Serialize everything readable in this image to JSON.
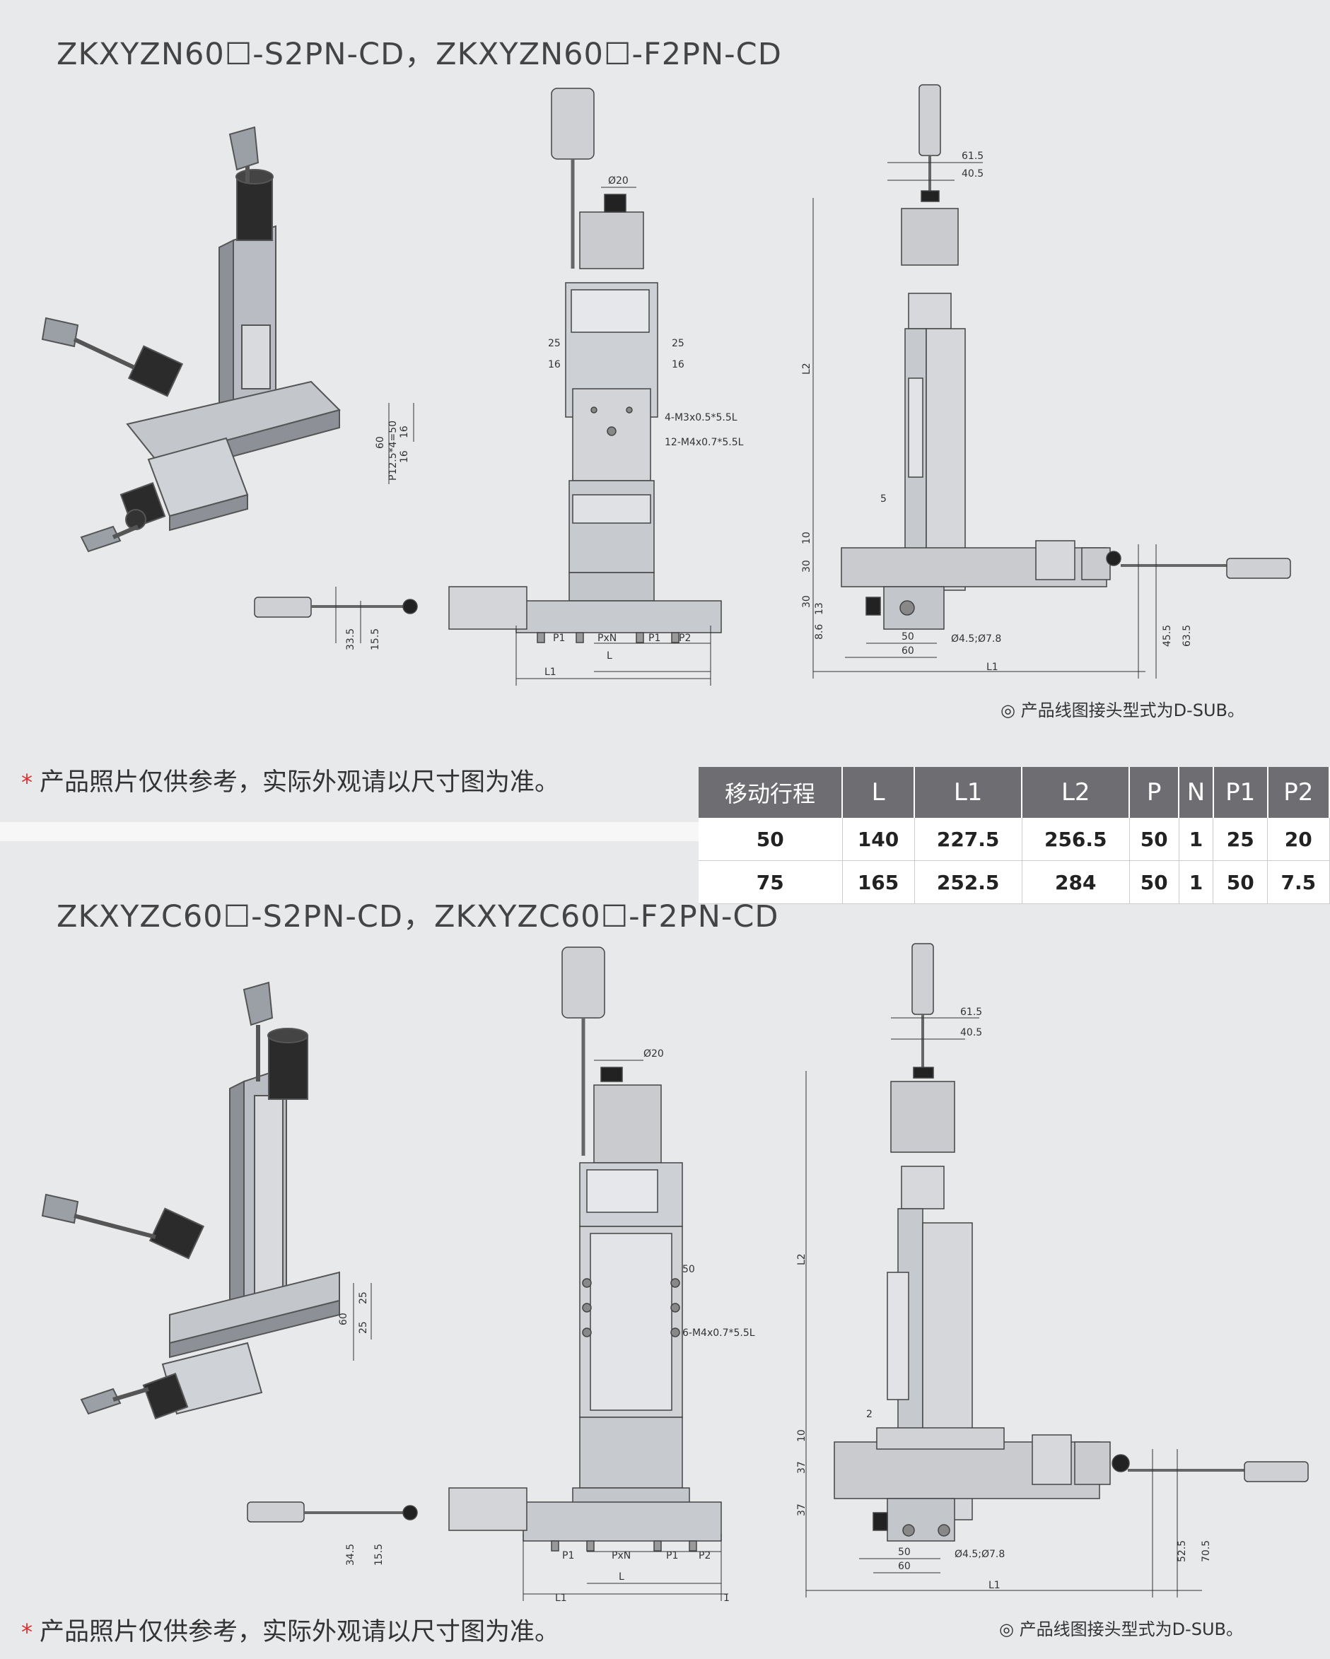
{
  "section1": {
    "title": "ZKXYZN60☐-S2PN-CD，ZKXYZN60☐-F2PN-CD",
    "photo_note": "产品照片仅供参考，实际外观请以尺寸图为准。",
    "dsub_note": "◎ 产品线图接头型式为D-SUB。",
    "dims": {
      "d20": "Ø20",
      "d25a": "25",
      "d25b": "25",
      "d16a": "16",
      "d16b": "16",
      "d60": "60",
      "dp": "P12.5*4=50",
      "d16c": "16",
      "d16d": "16",
      "m3": "4-M3x0.5*5.5L",
      "m4": "12-M4x0.7*5.5L",
      "d335": "33.5",
      "d155": "15.5",
      "p1a": "P1",
      "pxn": "PxN",
      "p1b": "P1",
      "p2": "P2",
      "l": "L",
      "l1": "L1",
      "d615": "61.5",
      "d405": "40.5",
      "l2": "L2",
      "d5": "5",
      "d10": "10",
      "d30a": "30",
      "d30b": "30",
      "d13": "13",
      "d86": "8.6",
      "d50": "50",
      "d60b": "60",
      "hole": "Ø4.5;Ø7.8",
      "d455": "45.5",
      "d635": "63.5",
      "l1b": "L1"
    }
  },
  "section2": {
    "title": "ZKXYZC60☐-S2PN-CD，ZKXYZC60☐-F2PN-CD",
    "photo_note": "产品照片仅供参考，实际外观请以尺寸图为准。",
    "dsub_note": "◎ 产品线图接头型式为D-SUB。",
    "dims": {
      "d20": "Ø20",
      "d50top": "50",
      "d60": "60",
      "d25a": "25",
      "d25b": "25",
      "m4": "6-M4x0.7*5.5L",
      "d345": "34.5",
      "d155": "15.5",
      "p1a": "P1",
      "pxn": "PxN",
      "p1b": "P1",
      "p2": "P2",
      "l": "L",
      "l1": "L1",
      "one": "1",
      "d615": "61.5",
      "d405": "40.5",
      "l2": "L2",
      "d2": "2",
      "d10": "10",
      "d37a": "37",
      "d37b": "37",
      "d50": "50",
      "d60b": "60",
      "hole": "Ø4.5;Ø7.8",
      "d525": "52.5",
      "d705": "70.5",
      "l1b": "L1"
    }
  },
  "spec_table": {
    "headers": [
      "移动行程",
      "L",
      "L1",
      "L2",
      "P",
      "N",
      "P1",
      "P2"
    ],
    "rows": [
      [
        "50",
        "140",
        "227.5",
        "256.5",
        "50",
        "1",
        "25",
        "20"
      ],
      [
        "75",
        "165",
        "252.5",
        "284",
        "50",
        "1",
        "50",
        "7.5"
      ]
    ]
  }
}
